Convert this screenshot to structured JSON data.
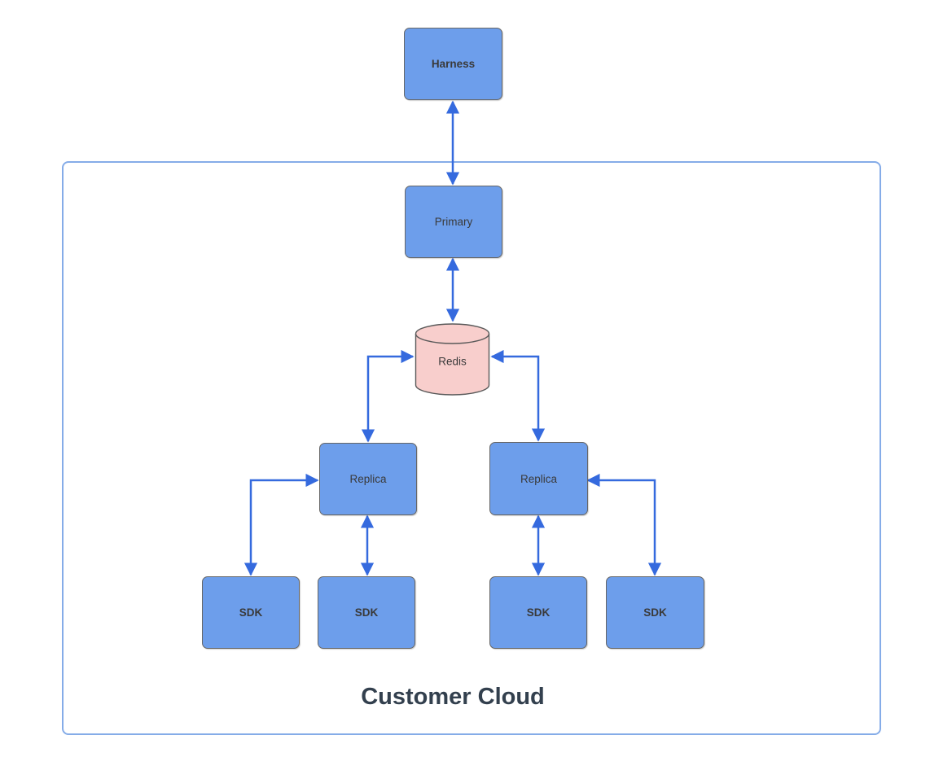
{
  "nodes": {
    "harness": {
      "label": "Harness"
    },
    "primary": {
      "label": "Primary"
    },
    "redis": {
      "label": "Redis"
    },
    "replica_left": {
      "label": "Replica"
    },
    "replica_right": {
      "label": "Replica"
    },
    "sdk_1": {
      "label": "SDK"
    },
    "sdk_2": {
      "label": "SDK"
    },
    "sdk_3": {
      "label": "SDK"
    },
    "sdk_4": {
      "label": "SDK"
    }
  },
  "container": {
    "label": "Customer Cloud"
  },
  "edges": [
    {
      "from": "harness",
      "to": "primary",
      "bidirectional": true,
      "shape": "straight-vertical"
    },
    {
      "from": "primary",
      "to": "redis",
      "bidirectional": true,
      "shape": "straight-vertical"
    },
    {
      "from": "replica-left",
      "to": "redis",
      "bidirectional": true,
      "shape": "elbow"
    },
    {
      "from": "replica-right",
      "to": "redis",
      "bidirectional": true,
      "shape": "elbow"
    },
    {
      "from": "sdk-1",
      "to": "replica-left",
      "bidirectional": true,
      "shape": "elbow"
    },
    {
      "from": "sdk-2",
      "to": "replica-left",
      "bidirectional": true,
      "shape": "straight-vertical"
    },
    {
      "from": "sdk-3",
      "to": "replica-right",
      "bidirectional": true,
      "shape": "straight-vertical"
    },
    {
      "from": "sdk-4",
      "to": "replica-right",
      "bidirectional": true,
      "shape": "elbow"
    }
  ],
  "colors": {
    "node_fill": "#6d9eeb",
    "node_stroke": "#666666",
    "node_text": "#3a3a3a",
    "redis_fill": "#f8cecc",
    "redis_stroke": "#595959",
    "arrow": "#356ade",
    "container_border": "#85ace8",
    "container_label": "#33404e",
    "background": "#ffffff"
  }
}
